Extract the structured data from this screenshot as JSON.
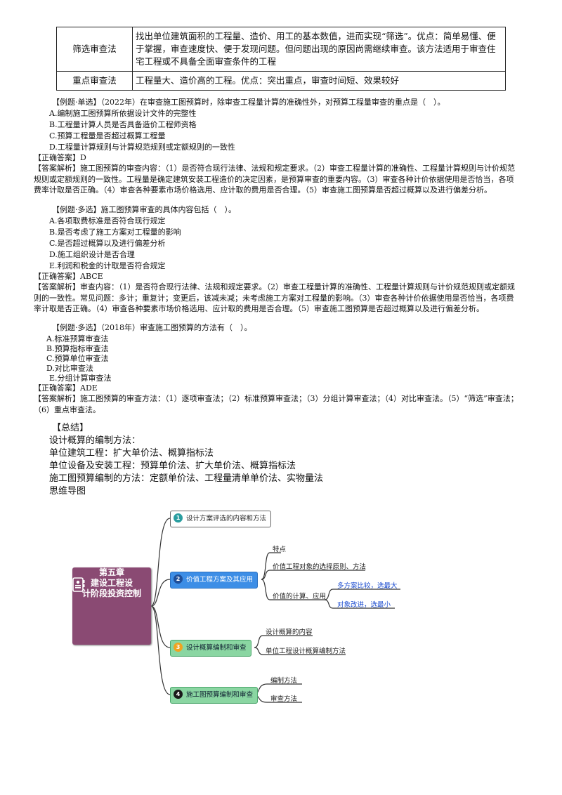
{
  "table": {
    "rows": [
      {
        "key": "筛选审查法",
        "value": "找出单位建筑面积的工程量、造价、用工的基本数值，进而实现“筛选”。优点：简单易懂、便于掌握，审查速度快、便于发现问题。但问题出现的原因尚需继续审查。该方法适用于审查住宅工程或不具备全面审查条件的工程"
      },
      {
        "key": "重点审查法",
        "value": "工程量大、造价高的工程。优点：突出重点，审查时间短、效果较好"
      }
    ]
  },
  "q1": {
    "stem": "【例题·单选】（2022年）在审查施工图预算时，除审查工程量计算的准确性外，对预算工程量审查的重点是（　）。",
    "options": [
      "A.编制施工图预算所依据设计文件的完整性",
      "B.工程量计算人员是否具备造价工程师资格",
      "C.预算工程量是否超过概算工程量",
      "D.工程量计算规则与计算规范规则或定额规则的一致性"
    ],
    "answer": "【正确答案】D",
    "analysis": "【答案解析】施工图预算的审查内容：（1）是否符合现行法律、法规和规定要求。（2）审查工程量计算的准确性、工程量计算规则与计价规范规则或定额规则的一致性。工程量是确定建筑安装工程造价的决定因素，是预算审查的重要内容。（3）审查各种计价依据使用是否恰当，各项费率计取是否正确。（4）审查各种要素市场价格选用、应计取的费用是否合理。（5）审查施工图预算是否超过概算以及进行偏差分析。"
  },
  "q2": {
    "stem": "【例题·多选】施工图预算审查的具体内容包括（　）。",
    "options": [
      "A.各项取费标准是否符合现行规定",
      "B.是否考虑了施工方案对工程量的影响",
      "C.是否超过概算以及进行偏差分析",
      "D.施工组织设计是否合理",
      "E.利润和税金的计取是否符合规定"
    ],
    "answer": "【正确答案】ABCE",
    "analysis": "【答案解析】审查内容：（1）是否符合现行法律、法规和规定要求。（2）审查工程量计算的准确性、工程量计算规则与计价规范规则或定额规则的一致性。常见问题：多计；重复计；变更后，该减未减；未考虑施工方案对工程量的影响。（3）审查各种计价依据使用是否恰当，各项费率计取是否正确。（4）审查各种要素市场价格选用、应计取的费用是否合理。（5）审查施工图预算是否超过概算以及进行偏差分析。"
  },
  "q3": {
    "stem": "【例题·多选】（2018年）审查施工图预算的方法有（　）。",
    "options": [
      "A.标准预算审查法",
      "B.预算指标审查法",
      "C.预算单位审查法",
      "D.对比审查法",
      "E.分组计算审查法"
    ],
    "answer": "【正确答案】ADE",
    "analysis": "【答案解析】施工图预算的审查方法：（1）逐项审查法；（2）标准预算审查法；（3）分组计算审查法；（4）对比审查法。（5）“筛选”审查法；（6）重点审查法。"
  },
  "summary": {
    "title": "【总结】",
    "lines": [
      "设计概算的编制方法：",
      "单位建筑工程：扩大单价法、概算指标法",
      "单位设备及安装工程：预算单价法、扩大单价法、概算指标法",
      "施工图预算编制的方法：定额单价法、工程量清单单价法、实物量法",
      "思维导图"
    ]
  },
  "mindmap": {
    "center": [
      "第五章",
      "建设工程设",
      "计阶段投资控制"
    ],
    "icon": "document-icon",
    "branches": [
      {
        "num": "1",
        "label": "设计方案评选的内容和方法"
      },
      {
        "num": "2",
        "label": "价值工程方案及其应用"
      },
      {
        "num": "3",
        "label": "设计概算编制和审查"
      },
      {
        "num": "4",
        "label": "施工图预算编制和审查"
      }
    ],
    "b2_leaves": [
      "特点",
      "价值工程对象的选择原则、方法",
      "价值的计算、应用"
    ],
    "b2_sub": [
      "多方案比较，选最大",
      "对象改进，选最小"
    ],
    "b3_leaves": [
      "设计概算的内容",
      "单位工程设计概算编制方法"
    ],
    "b4_leaves": [
      "编制方法",
      "审查方法"
    ],
    "colors": {
      "center": "#8a4a73",
      "branch2": "#3d8ee6",
      "branch34": "#8ad6a2",
      "sub_text": "#1f4fd0"
    }
  }
}
